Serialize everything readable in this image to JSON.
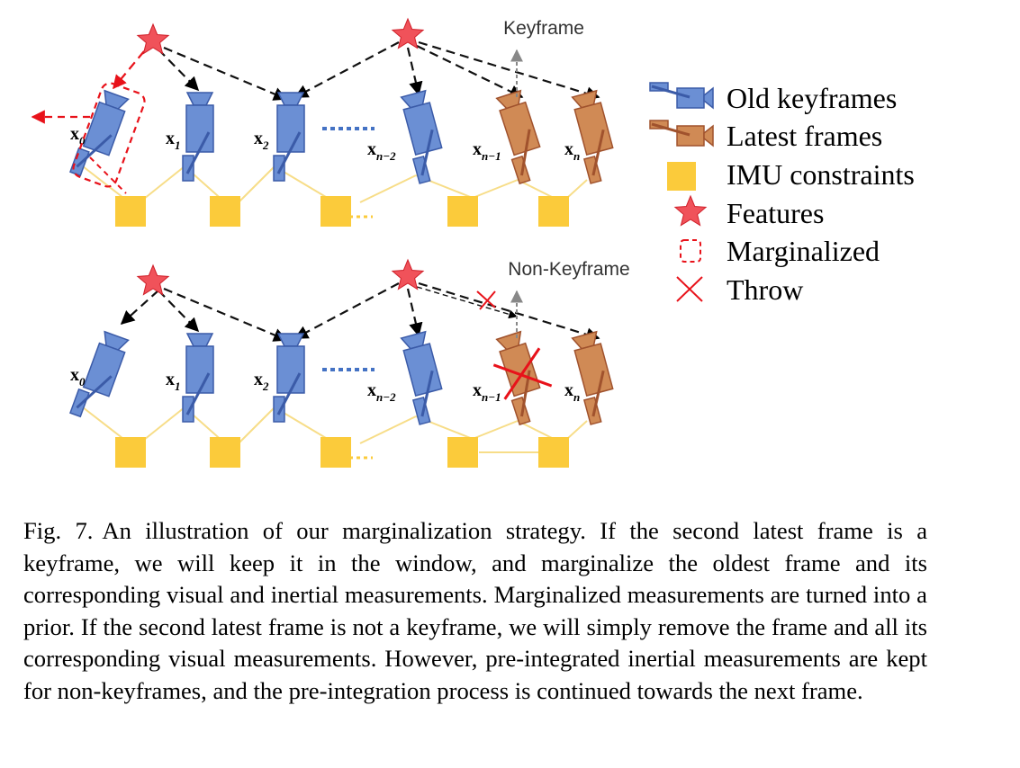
{
  "figure": {
    "top_panel_label": "Keyframe",
    "bottom_panel_label": "Non-Keyframe",
    "frame_labels": [
      {
        "base": "x",
        "sub": "0"
      },
      {
        "base": "x",
        "sub": "1"
      },
      {
        "base": "x",
        "sub": "2"
      },
      {
        "base": "x",
        "sub": "n−2"
      },
      {
        "base": "x",
        "sub": "n−1"
      },
      {
        "base": "x",
        "sub": "n"
      }
    ],
    "legend": [
      {
        "icon": "blue-camera-icon",
        "label": "Old keyframes"
      },
      {
        "icon": "orange-camera-icon",
        "label": "Latest frames"
      },
      {
        "icon": "yellow-square-icon",
        "label": "IMU constraints"
      },
      {
        "icon": "red-star-icon",
        "label": "Features"
      },
      {
        "icon": "dashed-rounded-box-icon",
        "label": "Marginalized"
      },
      {
        "icon": "red-x-icon",
        "label": "Throw"
      }
    ],
    "colors": {
      "old_keyframe": "#6b8fd4",
      "old_keyframe_stroke": "#3b5ba8",
      "latest_frame": "#d08a55",
      "latest_frame_stroke": "#a0522d",
      "imu": "#fbcb3b",
      "imu_line": "#f7dd88",
      "feature": "#f0525a",
      "marginalized": "#e8121a"
    }
  },
  "caption": {
    "number": "Fig. 7.",
    "text": "An illustration of our marginalization strategy. If the second latest frame is a keyframe, we will keep it in the window, and marginalize the oldest frame and its corresponding visual and inertial measurements. Marginalized measurements are turned into a prior. If the second latest frame is not a keyframe, we will simply remove the frame and all its corresponding visual measurements. However, pre-integrated inertial measurements are kept for non-keyframes, and the pre-integration process is continued towards the next frame."
  }
}
